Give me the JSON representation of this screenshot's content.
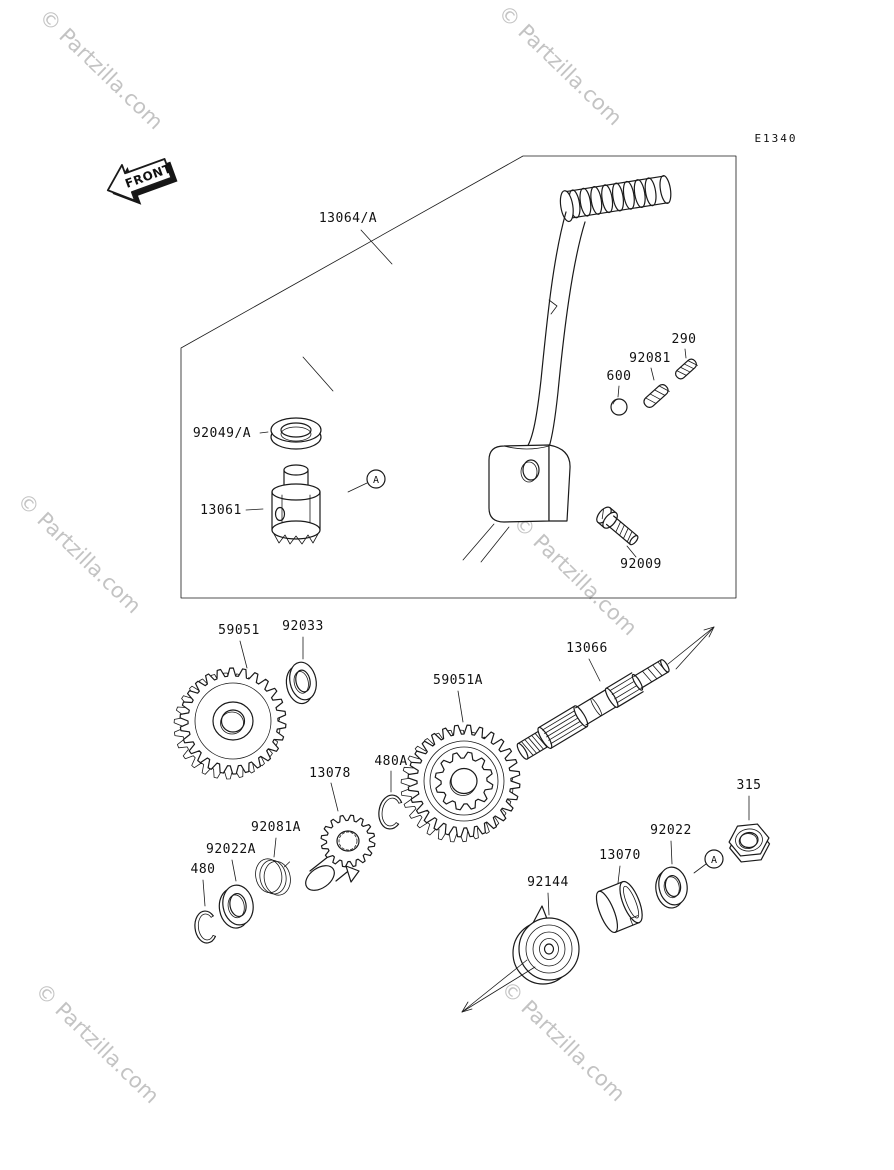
{
  "page": {
    "background": "#ffffff",
    "line_color": "#1a1a1a",
    "watermark_text": "© Partzilla.com",
    "watermark_color": "#b5b5b5",
    "diagram_code": "E1340",
    "front_label": "FRONT",
    "detail_marker": "A"
  },
  "parts": {
    "p13064": "13064/A",
    "p92049": "92049/A",
    "p13061": "13061",
    "p600": "600",
    "p92081": "92081",
    "p290": "290",
    "p92009": "92009",
    "p59051": "59051",
    "p92033": "92033",
    "p59051a": "59051A",
    "p13066": "13066",
    "p13078": "13078",
    "p480a": "480A",
    "p92081a": "92081A",
    "p92022a": "92022A",
    "p480": "480",
    "p92144": "92144",
    "p13070": "13070",
    "p92022": "92022",
    "p315": "315"
  }
}
